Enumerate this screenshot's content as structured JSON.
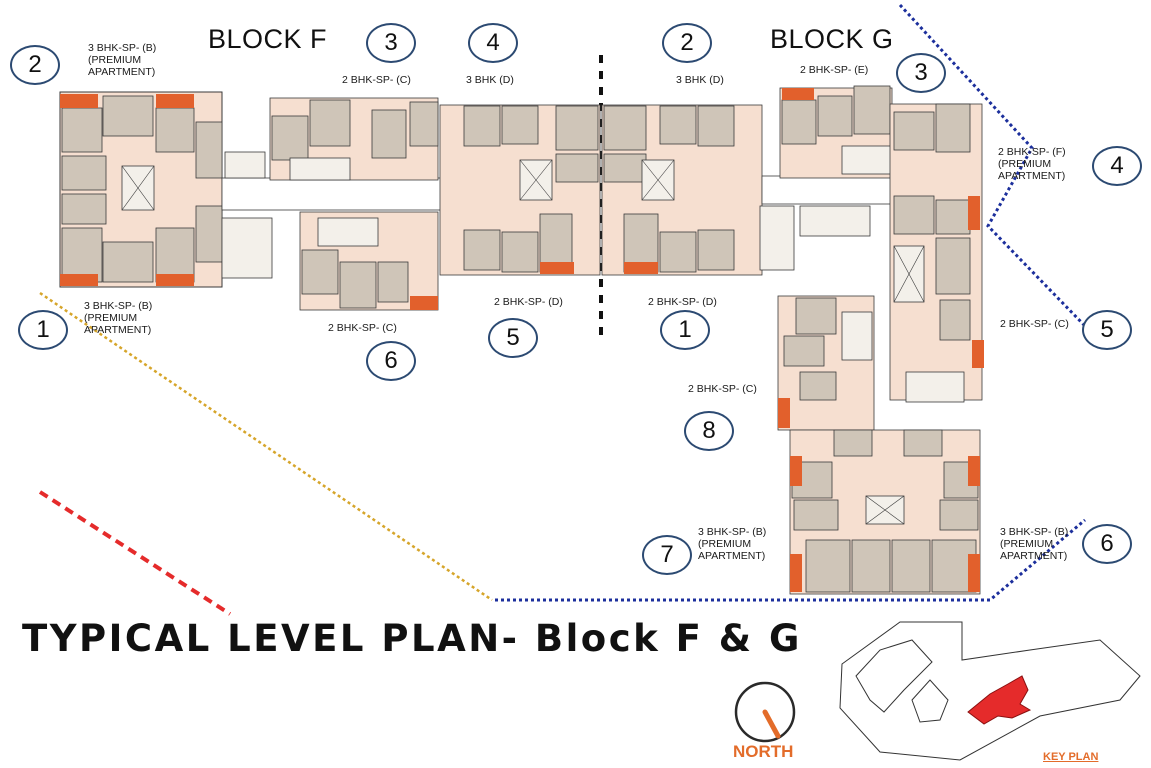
{
  "title": "TYPICAL LEVEL PLAN- Block F & G",
  "blocks": {
    "f": "BLOCK F",
    "g": "BLOCK G"
  },
  "units": {
    "f_top_left": [
      "3 BHK-SP- (B)",
      "(PREMIUM",
      "APARTMENT)"
    ],
    "f_bottom_left": [
      "3 BHK-SP- (B)",
      "(PREMIUM",
      "APARTMENT)"
    ],
    "f_top_c": "2 BHK-SP- (C)",
    "f_top_d": "3 BHK (D)",
    "f_bottom_c": "2 BHK-SP- (C)",
    "f_bottom_d": "2 BHK-SP- (D)",
    "g_top_d": "3 BHK (D)",
    "g_top_e": "2 BHK-SP- (E)",
    "g_right_f": [
      "2 BHK-SP- (F)",
      "(PREMIUM",
      "APARTMENT)"
    ],
    "g_bottom_d": "2 BHK-SP- (D)",
    "g_right_c": "2 BHK-SP- (C)",
    "g_mid_c": "2 BHK-SP- (C)",
    "g_bottom_left_b": [
      "3 BHK-SP- (B)",
      "(PREMIUM",
      "APARTMENT)"
    ],
    "g_bottom_right_b": [
      "3 BHK-SP- (B)",
      "(PREMIUM",
      "APARTMENT)"
    ]
  },
  "markers": {
    "f1": "1",
    "f2": "2",
    "f3": "3",
    "f4": "4",
    "f5": "5",
    "f6": "6",
    "g1": "1",
    "g2": "2",
    "g3": "3",
    "g4": "4",
    "g5": "5",
    "g6": "6",
    "g7": "7",
    "g8": "8"
  },
  "north_label": "NORTH",
  "key_plan_label": "KEY PLAN",
  "colors": {
    "room_fill": "#cfc5b8",
    "corridor_fill": "#f6dfd0",
    "wall": "#3a3a3a",
    "balcony": "#e2602c",
    "toilet": "#8da08a",
    "marker_border": "#2c4a72",
    "boundary_blue": "#1c2f9c",
    "boundary_gold": "#d6a52a",
    "boundary_red": "#e52b2b",
    "accent_orange": "#e36c2a",
    "key_highlight": "#e52b2b"
  },
  "icons": {
    "north": "north-compass-icon",
    "key_plan": "key-plan-site-icon"
  }
}
